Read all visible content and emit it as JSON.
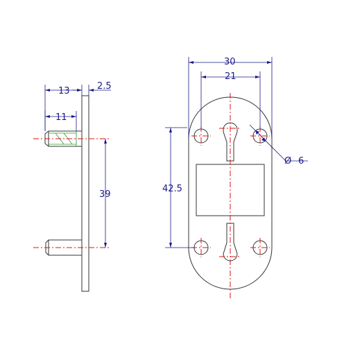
{
  "drawing": {
    "side_view": {
      "dim_total_pin_length": "13",
      "dim_plate_thickness": "2.5",
      "dim_thread_length": "11",
      "dim_pin_spacing": "39"
    },
    "front_view": {
      "dim_plate_width": "30",
      "dim_hole_spacing_horizontal": "21",
      "dim_hole_spacing_vertical": "42.5",
      "dim_hole_diameter": "6",
      "diameter_symbol": "Ø"
    },
    "colors": {
      "outline": "#333333",
      "dimension": "#1a1a8a",
      "centerline": "#e01010",
      "thread": "#2a9a2a"
    }
  }
}
